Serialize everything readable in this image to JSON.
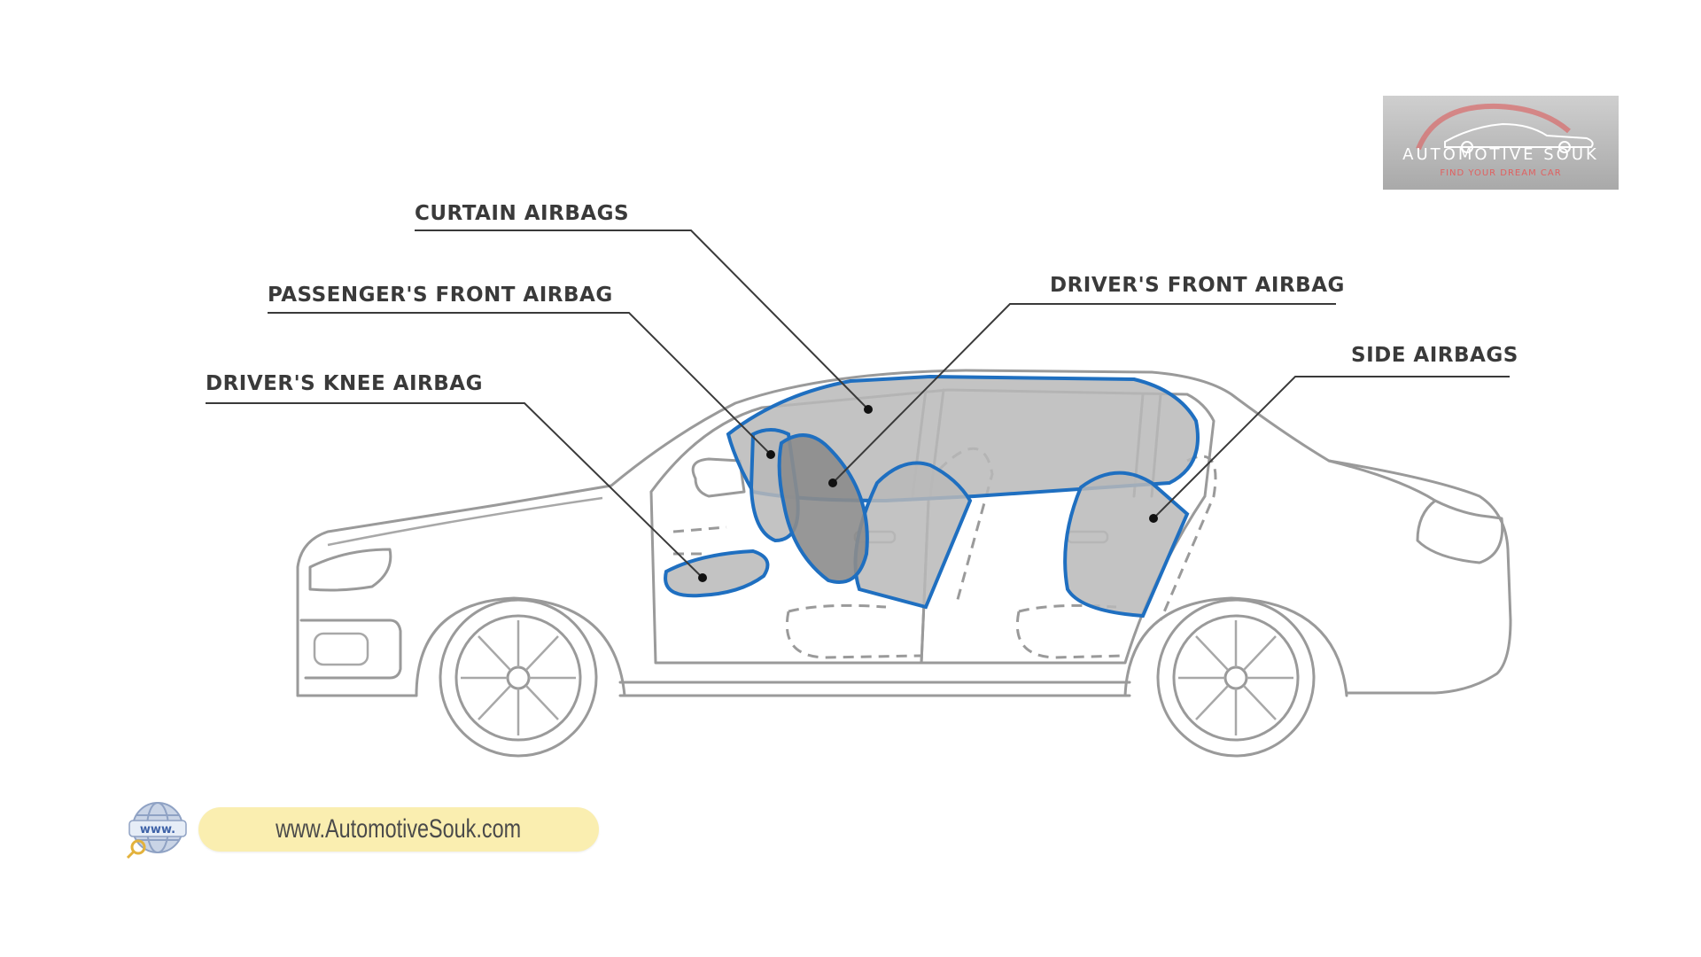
{
  "callouts": {
    "curtain": "CURTAIN AIRBAGS",
    "passenger_front": "PASSENGER'S FRONT AIRBAG",
    "driver_knee": "DRIVER'S KNEE AIRBAG",
    "driver_front": "DRIVER'S FRONT AIRBAG",
    "side": "SIDE AIRBAGS"
  },
  "logo": {
    "name": "AUTOMOTIVE SOUK",
    "tagline": "FIND YOUR DREAM CAR"
  },
  "website": {
    "icon": "www-globe-icon",
    "url": "www.AutomotiveSouk.com"
  },
  "colors": {
    "airbag_outline": "#1f6fc0",
    "airbag_fill": "#b8b8b8",
    "car_outline": "#9a9a9a",
    "label_text": "#3a3a3a",
    "url_pill": "#faeeb0"
  }
}
